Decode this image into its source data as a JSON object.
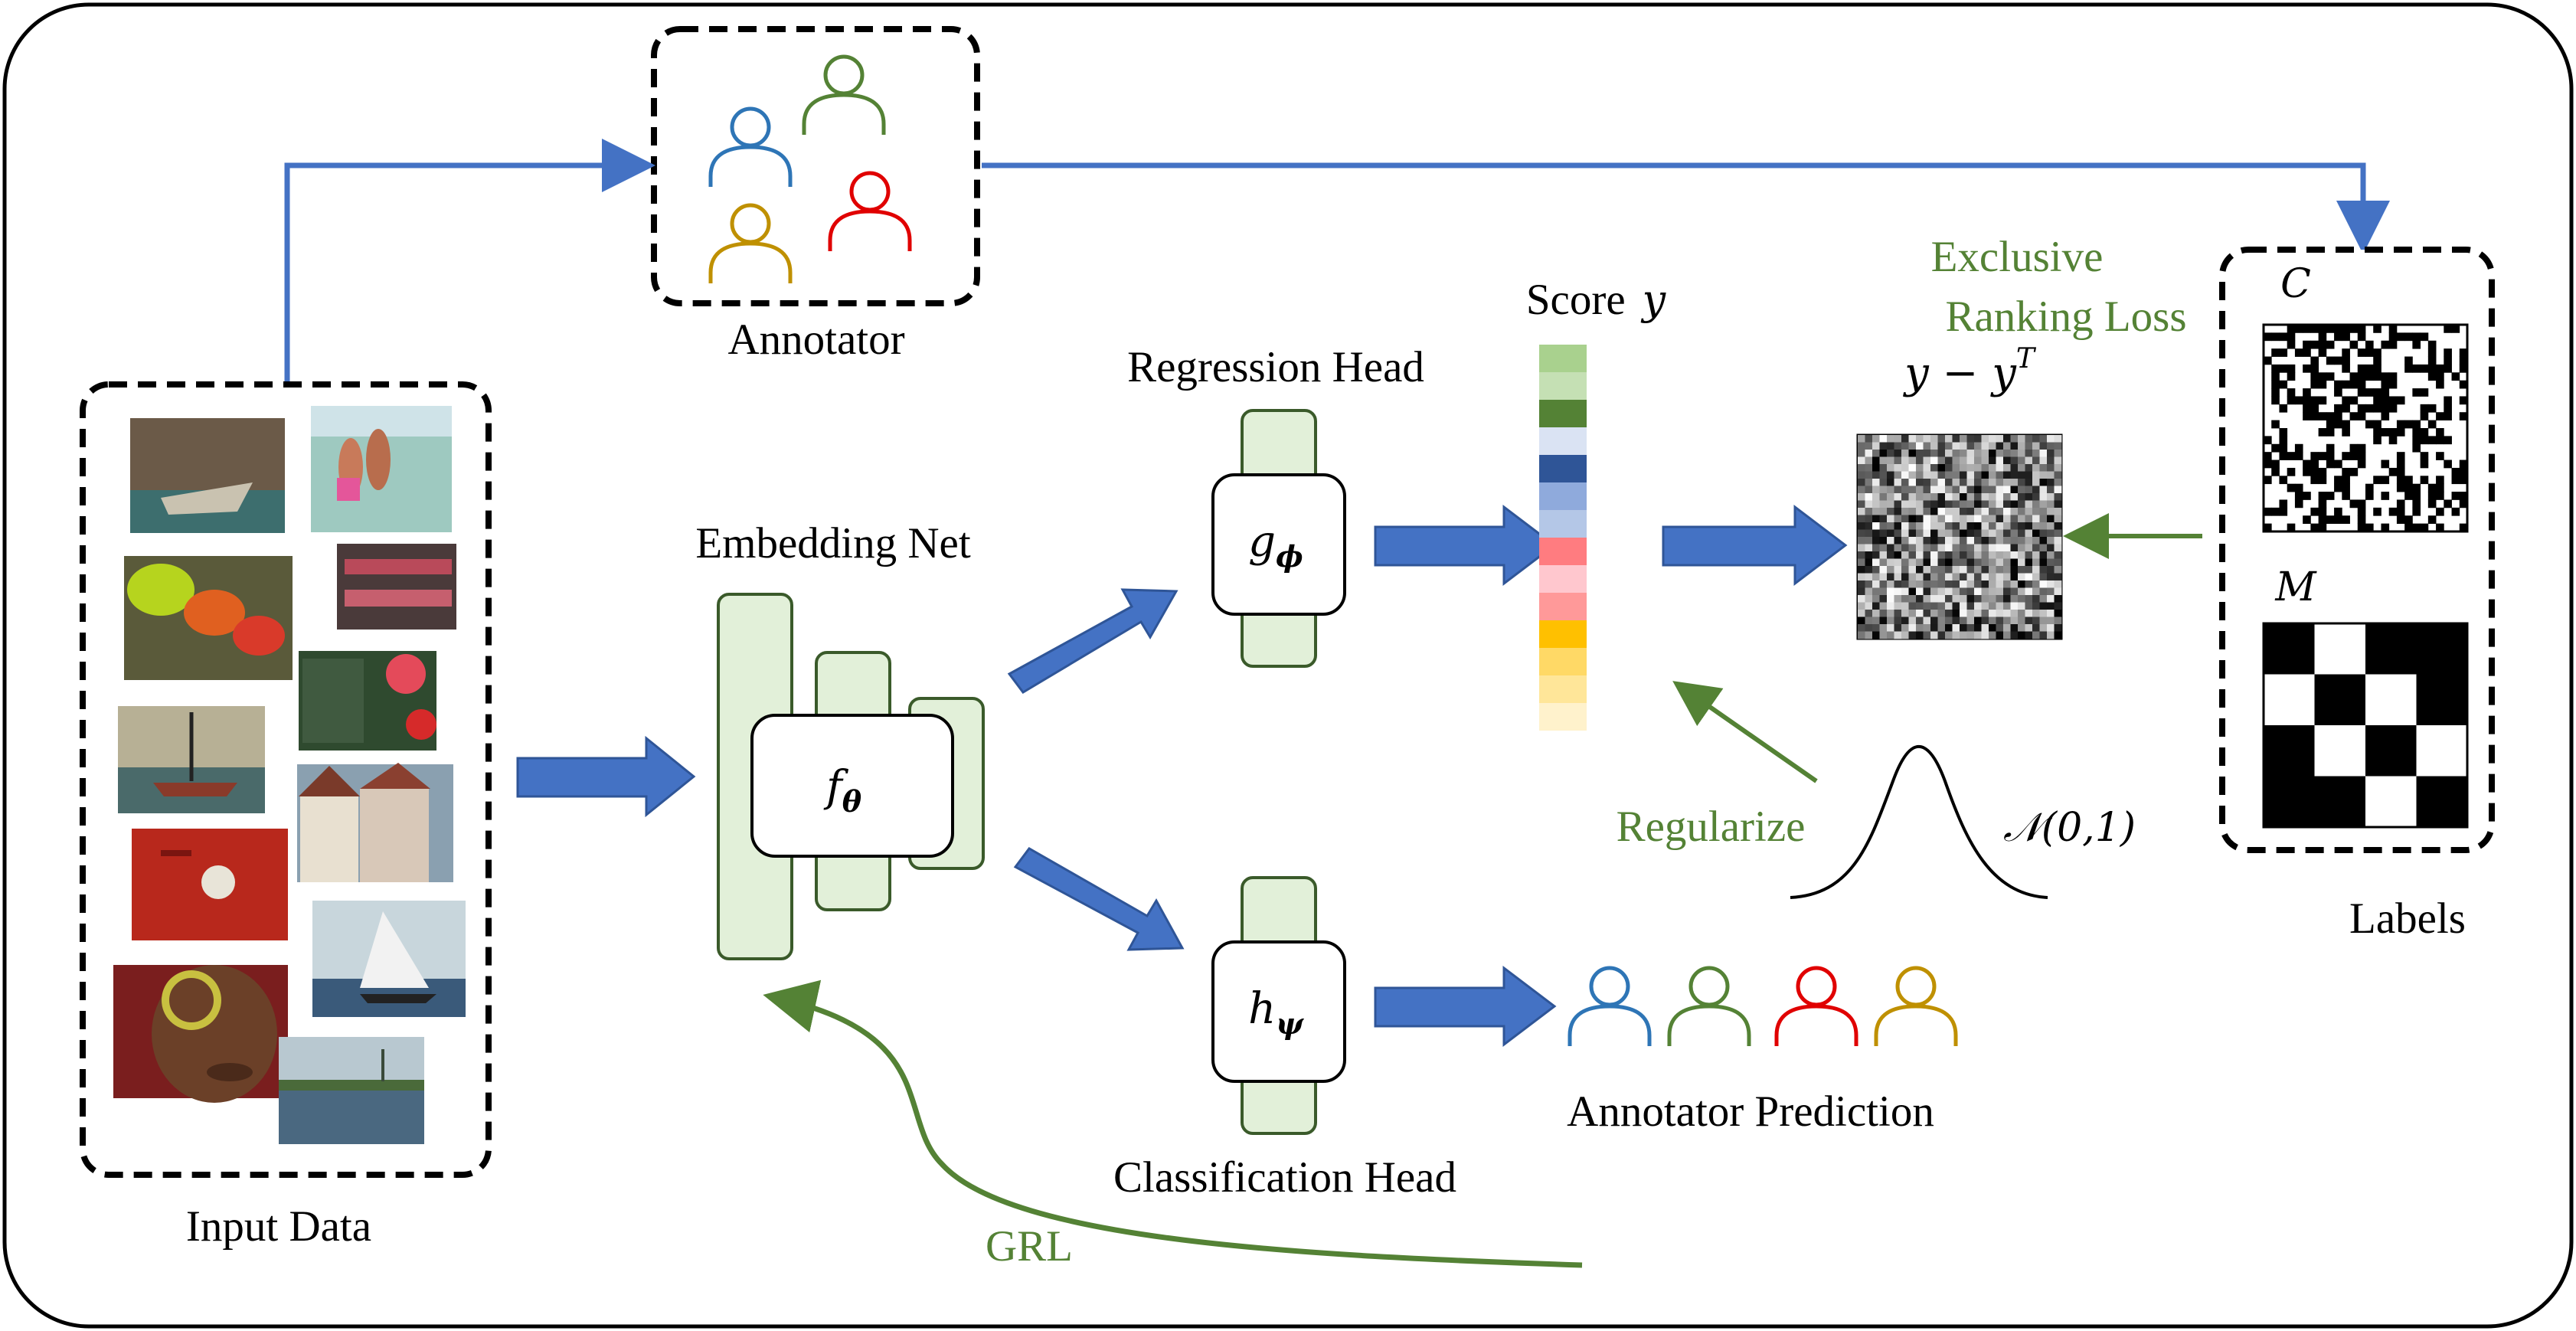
{
  "labels": {
    "annotator": "Annotator",
    "input_data": "Input Data",
    "embedding_net": "Embedding Net",
    "regression_head": "Regression Head",
    "classification_head": "Classification Head",
    "score": "Score",
    "score_var": "y",
    "exclusive_line1": "Exclusive",
    "exclusive_line2": "Ranking Loss",
    "diff_main": "y − y",
    "diff_sup": "T",
    "regularize": "Regularize",
    "normal": "𝒩(0,1)",
    "labels": "Labels",
    "c_label": "C",
    "m_label": "M",
    "annotator_prediction": "Annotator Prediction",
    "grl": "GRL"
  },
  "functions": {
    "f_base": "f",
    "f_sub": "θ",
    "g_base": "g",
    "g_sub": "ϕ",
    "h_base": "h",
    "h_sub": "ψ"
  },
  "colors": {
    "blue_arrow": "#4472C4",
    "green": "#548235",
    "block_fill": "#E2F0D9",
    "block_stroke": "#3A5A2A",
    "annotator_blue": "#2E75B6",
    "annotator_green": "#548235",
    "annotator_yellow": "#BF9000",
    "annotator_red": "#E00000"
  },
  "score_bar": [
    "#A9D18E",
    "#C5E0B4",
    "#548235",
    "#DAE3F3",
    "#2F5597",
    "#8FAADC",
    "#B4C7E7",
    "#FF7C80",
    "#FFC7CE",
    "#FF9999",
    "#FFC000",
    "#FFD966",
    "#FFE699",
    "#FFF2CC"
  ],
  "annotators": [
    "annotator_blue",
    "annotator_green",
    "annotator_yellow",
    "annotator_red"
  ],
  "predicted_annotators": [
    "annotator_blue",
    "annotator_green",
    "annotator_red",
    "annotator_yellow"
  ],
  "m_matrix": [
    [
      0,
      1,
      0,
      0
    ],
    [
      1,
      0,
      1,
      0
    ],
    [
      0,
      1,
      0,
      1
    ],
    [
      0,
      0,
      1,
      0
    ]
  ]
}
